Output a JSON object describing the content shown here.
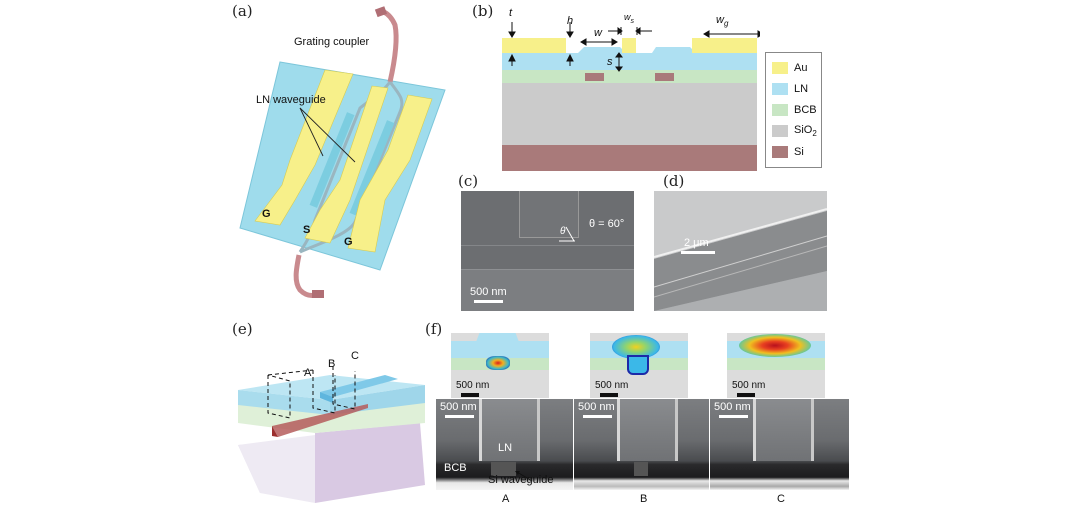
{
  "panels": {
    "a": {
      "label": "(a)",
      "grating_coupler": "Grating coupler",
      "ln_waveguide": "LN waveguide",
      "electrodes": [
        "G",
        "S",
        "G"
      ]
    },
    "b": {
      "label": "(b)",
      "dimensions": {
        "t": "t",
        "h": "h",
        "w": "w",
        "ws": "w",
        "ws_sub": "s",
        "wg": "w",
        "wg_sub": "g",
        "s": "s"
      },
      "legend": [
        {
          "name": "Au",
          "color": "#f7f08a"
        },
        {
          "name": "LN",
          "color": "#aee0f2"
        },
        {
          "name": "BCB",
          "color": "#c8e6c4"
        },
        {
          "name": "SiO",
          "sub": "2",
          "color": "#cbcbcb"
        },
        {
          "name": "Si",
          "color": "#a97a7a"
        }
      ]
    },
    "c": {
      "label": "(c)",
      "angle_symbol": "θ",
      "angle_text": "θ = 60°",
      "scale": "500 nm"
    },
    "d": {
      "label": "(d)",
      "scale": "2 μm"
    },
    "e": {
      "label": "(e)",
      "sections": [
        "A",
        "B",
        "C"
      ]
    },
    "f": {
      "label": "(f)",
      "sim_scales": [
        "500 nm",
        "500 nm",
        "500 nm"
      ],
      "sem_scales": [
        "500 nm",
        "500 nm",
        "500 nm"
      ],
      "ln_label": "LN",
      "bcb_label": "BCB",
      "si_waveguide_label": "Si waveguide",
      "columns": [
        "A",
        "B",
        "C"
      ]
    }
  }
}
